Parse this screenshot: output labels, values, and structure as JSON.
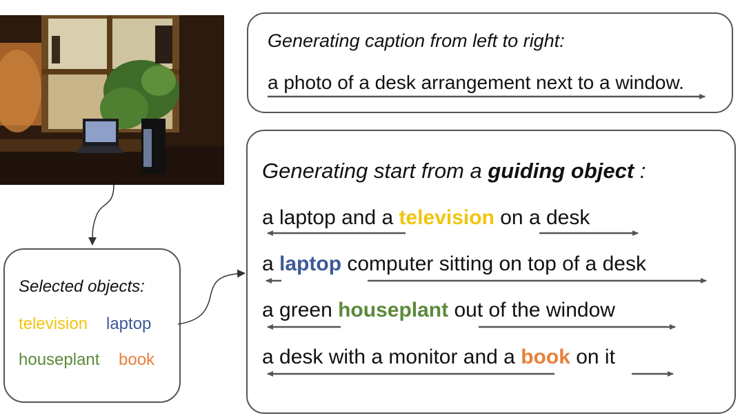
{
  "colors": {
    "television": "#f2c40f",
    "laptop": "#3d5a98",
    "houseplant": "#5b8a3a",
    "book": "#e8803a",
    "arrow": "#555555",
    "border": "#555555"
  },
  "top_box": {
    "heading": "Generating caption from left to right:",
    "caption": "a photo of a desk arrangement next to a window."
  },
  "main_box": {
    "heading_prefix": "Generating start from a ",
    "heading_bold": "guiding object",
    "heading_suffix": " :",
    "rows": [
      {
        "pre": "a laptop and a ",
        "keyword": "television",
        "post": " on a desk"
      },
      {
        "pre": "a ",
        "keyword": "laptop",
        "post": " computer sitting on top of a desk"
      },
      {
        "pre": "a green ",
        "keyword": "houseplant",
        "post": " out of the window"
      },
      {
        "pre": "a desk with a monitor and a ",
        "keyword": "book",
        "post": " on it"
      }
    ]
  },
  "selected_box": {
    "heading": "Selected objects:",
    "objects": [
      "television",
      "laptop",
      "houseplant",
      "book"
    ]
  }
}
